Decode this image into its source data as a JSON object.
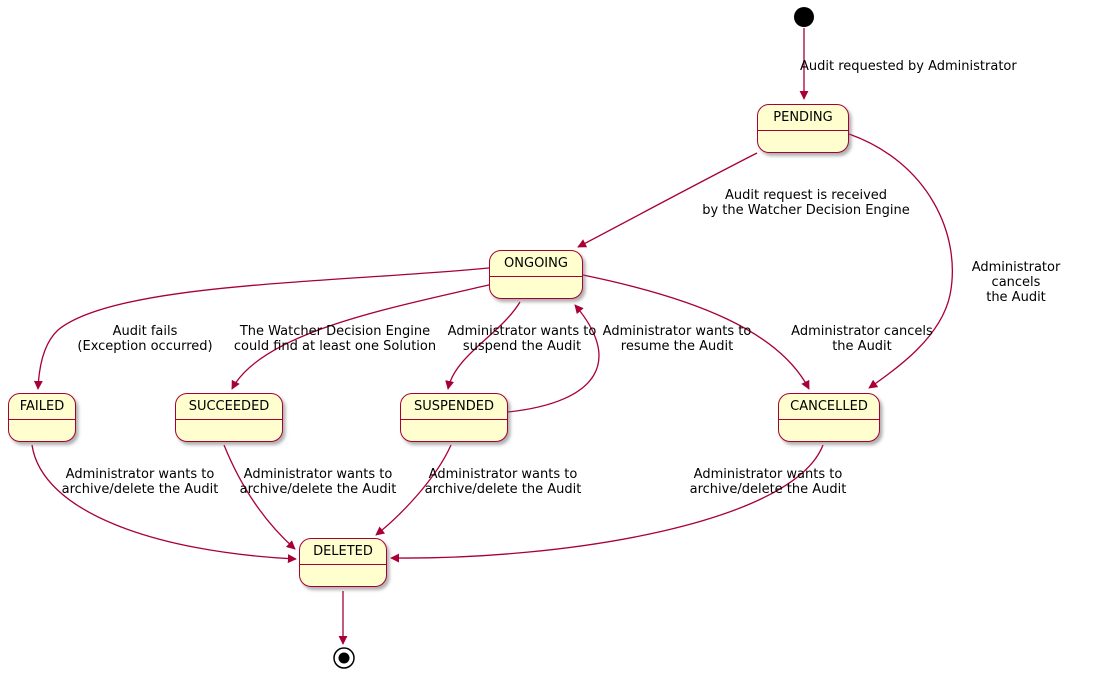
{
  "diagram": {
    "type": "uml-state-machine",
    "colors": {
      "state_fill": "#FEFECE",
      "state_border": "#A80036",
      "edge": "#A80036",
      "text": "#000000"
    },
    "states": [
      {
        "name": "PENDING"
      },
      {
        "name": "ONGOING"
      },
      {
        "name": "FAILED"
      },
      {
        "name": "SUCCEEDED"
      },
      {
        "name": "SUSPENDED"
      },
      {
        "name": "CANCELLED"
      },
      {
        "name": "DELETED"
      }
    ],
    "edges": [
      {
        "from": "initial",
        "to": "PENDING",
        "label": "Audit requested by Administrator"
      },
      {
        "from": "PENDING",
        "to": "ONGOING",
        "label": "Audit request is received\nby the Watcher Decision Engine"
      },
      {
        "from": "PENDING",
        "to": "CANCELLED",
        "label": "Administrator cancels\nthe Audit"
      },
      {
        "from": "ONGOING",
        "to": "FAILED",
        "label": "Audit fails\n(Exception occurred)"
      },
      {
        "from": "ONGOING",
        "to": "SUCCEEDED",
        "label": "The Watcher Decision Engine\ncould find at least one Solution"
      },
      {
        "from": "ONGOING",
        "to": "SUSPENDED",
        "label": "Administrator wants to\nsuspend the Audit"
      },
      {
        "from": "SUSPENDED",
        "to": "ONGOING",
        "label": "Administrator wants to\nresume the Audit"
      },
      {
        "from": "ONGOING",
        "to": "CANCELLED",
        "label": "Administrator cancels\nthe Audit"
      },
      {
        "from": "FAILED",
        "to": "DELETED",
        "label": "Administrator wants to\narchive/delete the Audit"
      },
      {
        "from": "SUCCEEDED",
        "to": "DELETED",
        "label": "Administrator wants to\narchive/delete the Audit"
      },
      {
        "from": "SUSPENDED",
        "to": "DELETED",
        "label": "Administrator wants to\narchive/delete the Audit"
      },
      {
        "from": "CANCELLED",
        "to": "DELETED",
        "label": "Administrator wants to\narchive/delete the Audit"
      },
      {
        "from": "DELETED",
        "to": "final",
        "label": ""
      }
    ]
  }
}
